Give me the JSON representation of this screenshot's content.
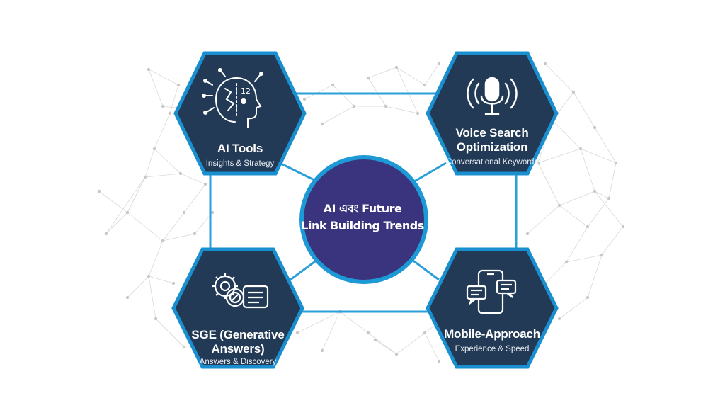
{
  "center": {
    "line1": "AI এবং Future",
    "line2": "Link Building Trends"
  },
  "nodes": [
    {
      "title": "AI Tools",
      "subtitle": "Insights & Strategy",
      "icon": "ai-head-icon"
    },
    {
      "title_line1": "Voice Search",
      "title_line2": "Optimization",
      "subtitle": "Conversational Keywords",
      "icon": "microphone-icon"
    },
    {
      "title_line1": "SGE (Generative",
      "title_line2": "Answers)",
      "subtitle": "Answers & Discovery",
      "icon": "gear-document-icon"
    },
    {
      "title": "Mobile-Approach",
      "subtitle": "Experience & Speed",
      "icon": "smartphone-chat-icon"
    }
  ],
  "colors": {
    "hex_fill": "#223a55",
    "hex_border": "#1a8fd0",
    "center_fill": "#3a347e",
    "center_border": "#1d9ad6",
    "connector": "#2b9fd9",
    "network": "#d7d7d7"
  }
}
